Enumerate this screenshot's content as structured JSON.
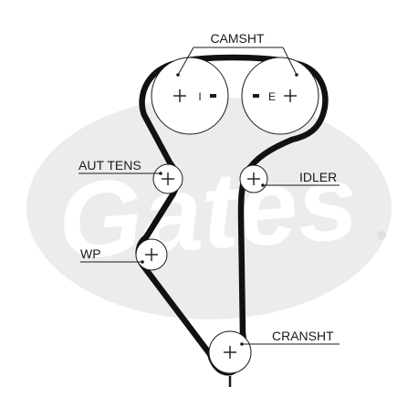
{
  "watermark": {
    "brand": "Gates",
    "registered": "®",
    "ellipse_color": "#ececec"
  },
  "colors": {
    "belt": "#111111",
    "line": "#1a1a1a",
    "pulley_fill": "#ffffff"
  },
  "labels": {
    "camshaft": "CAMSHT",
    "auto_tensioner": "AUT TENS",
    "idler": "IDLER",
    "water_pump": "WP",
    "crankshaft": "CRANSHT"
  },
  "camshaft_marks": {
    "intake": "I",
    "exhaust": "E"
  }
}
